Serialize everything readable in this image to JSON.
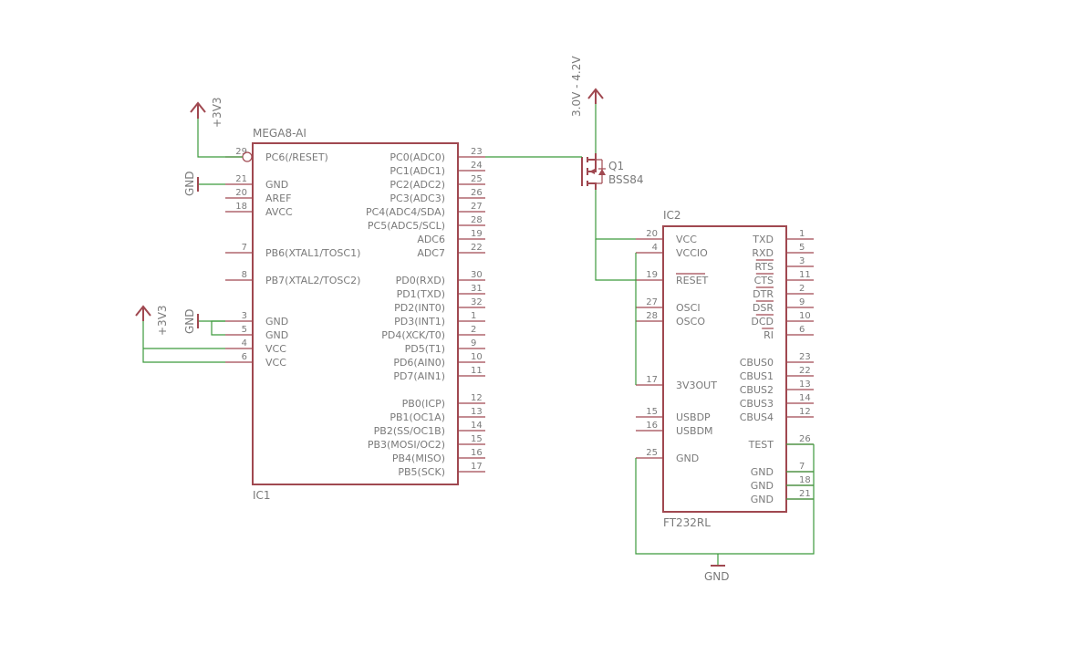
{
  "ic1": {
    "name": "IC1",
    "value": "MEGA8-AI",
    "left_pins": [
      {
        "num": "29",
        "label": "PC6(/RESET)"
      },
      {
        "num": "21",
        "label": "GND"
      },
      {
        "num": "20",
        "label": "AREF"
      },
      {
        "num": "18",
        "label": "AVCC"
      },
      {
        "num": "7",
        "label": "PB6(XTAL1/TOSC1)"
      },
      {
        "num": "8",
        "label": "PB7(XTAL2/TOSC2)"
      },
      {
        "num": "3",
        "label": "GND"
      },
      {
        "num": "5",
        "label": "GND"
      },
      {
        "num": "4",
        "label": "VCC"
      },
      {
        "num": "6",
        "label": "VCC"
      }
    ],
    "right_pins": [
      {
        "num": "23",
        "label": "PC0(ADC0)"
      },
      {
        "num": "24",
        "label": "PC1(ADC1)"
      },
      {
        "num": "25",
        "label": "PC2(ADC2)"
      },
      {
        "num": "26",
        "label": "PC3(ADC3)"
      },
      {
        "num": "27",
        "label": "PC4(ADC4/SDA)"
      },
      {
        "num": "28",
        "label": "PC5(ADC5/SCL)"
      },
      {
        "num": "19",
        "label": "ADC6"
      },
      {
        "num": "22",
        "label": "ADC7"
      },
      {
        "num": "30",
        "label": "PD0(RXD)"
      },
      {
        "num": "31",
        "label": "PD1(TXD)"
      },
      {
        "num": "32",
        "label": "PD2(INT0)"
      },
      {
        "num": "1",
        "label": "PD3(INT1)"
      },
      {
        "num": "2",
        "label": "PD4(XCK/T0)"
      },
      {
        "num": "9",
        "label": "PD5(T1)"
      },
      {
        "num": "10",
        "label": "PD6(AIN0)"
      },
      {
        "num": "11",
        "label": "PD7(AIN1)"
      },
      {
        "num": "12",
        "label": "PB0(ICP)"
      },
      {
        "num": "13",
        "label": "PB1(OC1A)"
      },
      {
        "num": "14",
        "label": "PB2(SS/OC1B)"
      },
      {
        "num": "15",
        "label": "PB3(MOSI/OC2)"
      },
      {
        "num": "16",
        "label": "PB4(MISO)"
      },
      {
        "num": "17",
        "label": "PB5(SCK)"
      }
    ]
  },
  "ic2": {
    "name": "IC2",
    "value": "FT232RL",
    "left_pins": [
      {
        "num": "20",
        "label": "VCC"
      },
      {
        "num": "4",
        "label": "VCCIO"
      },
      {
        "num": "19",
        "label": "RESET"
      },
      {
        "num": "27",
        "label": "OSCI"
      },
      {
        "num": "28",
        "label": "OSCO"
      },
      {
        "num": "17",
        "label": "3V3OUT"
      },
      {
        "num": "15",
        "label": "USBDP"
      },
      {
        "num": "16",
        "label": "USBDM"
      },
      {
        "num": "25",
        "label": "GND"
      }
    ],
    "right_pins": [
      {
        "num": "1",
        "label": "TXD"
      },
      {
        "num": "5",
        "label": "RXD"
      },
      {
        "num": "3",
        "label": "RTS"
      },
      {
        "num": "11",
        "label": "CTS"
      },
      {
        "num": "2",
        "label": "DTR"
      },
      {
        "num": "9",
        "label": "DSR"
      },
      {
        "num": "10",
        "label": "DCD"
      },
      {
        "num": "6",
        "label": "RI"
      },
      {
        "num": "23",
        "label": "CBUS0"
      },
      {
        "num": "22",
        "label": "CBUS1"
      },
      {
        "num": "13",
        "label": "CBUS2"
      },
      {
        "num": "14",
        "label": "CBUS3"
      },
      {
        "num": "12",
        "label": "CBUS4"
      },
      {
        "num": "26",
        "label": "TEST"
      },
      {
        "num": "7",
        "label": "GND"
      },
      {
        "num": "18",
        "label": "GND"
      },
      {
        "num": "21",
        "label": "GND"
      }
    ]
  },
  "q1": {
    "name": "Q1",
    "value": "BSS84"
  },
  "supplies": {
    "v3v3": "+3V3",
    "gnd": "GND",
    "battery": "3.0V - 4.2V"
  },
  "colors": {
    "part": "#a04850",
    "wire": "#3c9a3c",
    "text": "#7a7a7a"
  }
}
